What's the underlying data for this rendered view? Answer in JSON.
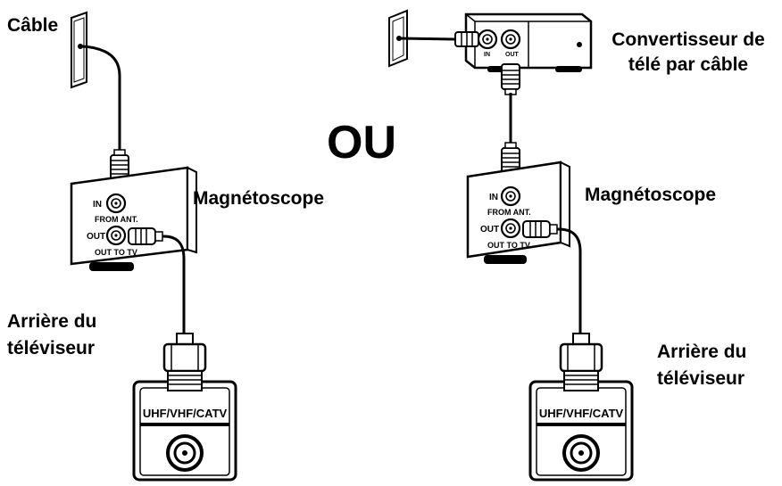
{
  "left": {
    "source_label": "Câble",
    "vcr_label": "Magnétoscope",
    "vcr_in": "IN",
    "vcr_from_ant": "FROM ANT.",
    "vcr_out": "OUT",
    "vcr_out_to_tv": "OUT TO TV",
    "tv_label_line1": "Arrière du",
    "tv_label_line2": "téléviseur",
    "tv_panel": "UHF/VHF/CATV"
  },
  "separator": "OU",
  "right": {
    "converter_label_line1": "Convertisseur de",
    "converter_label_line2": "télé par câble",
    "converter_in": "IN",
    "converter_out": "OUT",
    "vcr_label": "Magnétoscope",
    "vcr_in": "IN",
    "vcr_from_ant": "FROM ANT.",
    "vcr_out": "OUT",
    "vcr_out_to_tv": "OUT TO TV",
    "tv_label_line1": "Arrière du",
    "tv_label_line2": "téléviseur",
    "tv_panel": "UHF/VHF/CATV"
  }
}
